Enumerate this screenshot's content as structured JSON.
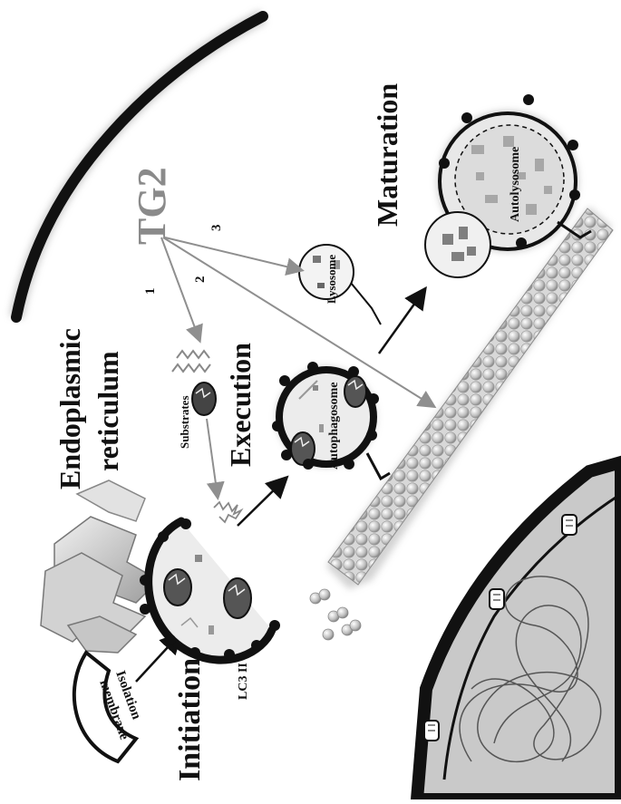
{
  "labels": {
    "tg2": "TG2",
    "endoplasmic": "Endoplasmic",
    "reticulum": "reticulum",
    "maturation": "Maturation",
    "execution": "Execution",
    "initiation": "Initiation",
    "substrates": "Substrates",
    "lysosome": "Lysosome",
    "autophagosome": "Autophagosome",
    "autolysosome": "Autolysosome",
    "isolation": "Isolation",
    "membrane": "membrane",
    "lc3": "LC3 II",
    "path1": "1",
    "path2": "2",
    "path3": "3"
  },
  "colors": {
    "tg2": "#8a8a8a",
    "membrane_dark": "#1a1a1a",
    "organelle_fill": "#e6e6e6",
    "arrow_gray": "#8f8f8f",
    "lc3_dot": "#111111"
  }
}
